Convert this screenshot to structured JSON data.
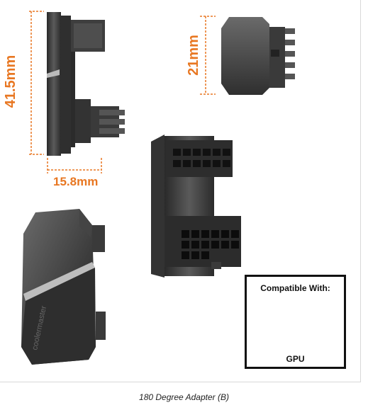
{
  "dimensions": {
    "height_main": "41.5mm",
    "height_top": "21mm",
    "width_main": "15.8mm"
  },
  "compatibility": {
    "title": "Compatible With:",
    "target": "GPU"
  },
  "caption": "180 Degree Adapter (B)",
  "colors": {
    "dimension": "#e87722",
    "body": "#3b3b3b",
    "body_dark": "#222222",
    "accent_line": "#bdbdbd"
  }
}
